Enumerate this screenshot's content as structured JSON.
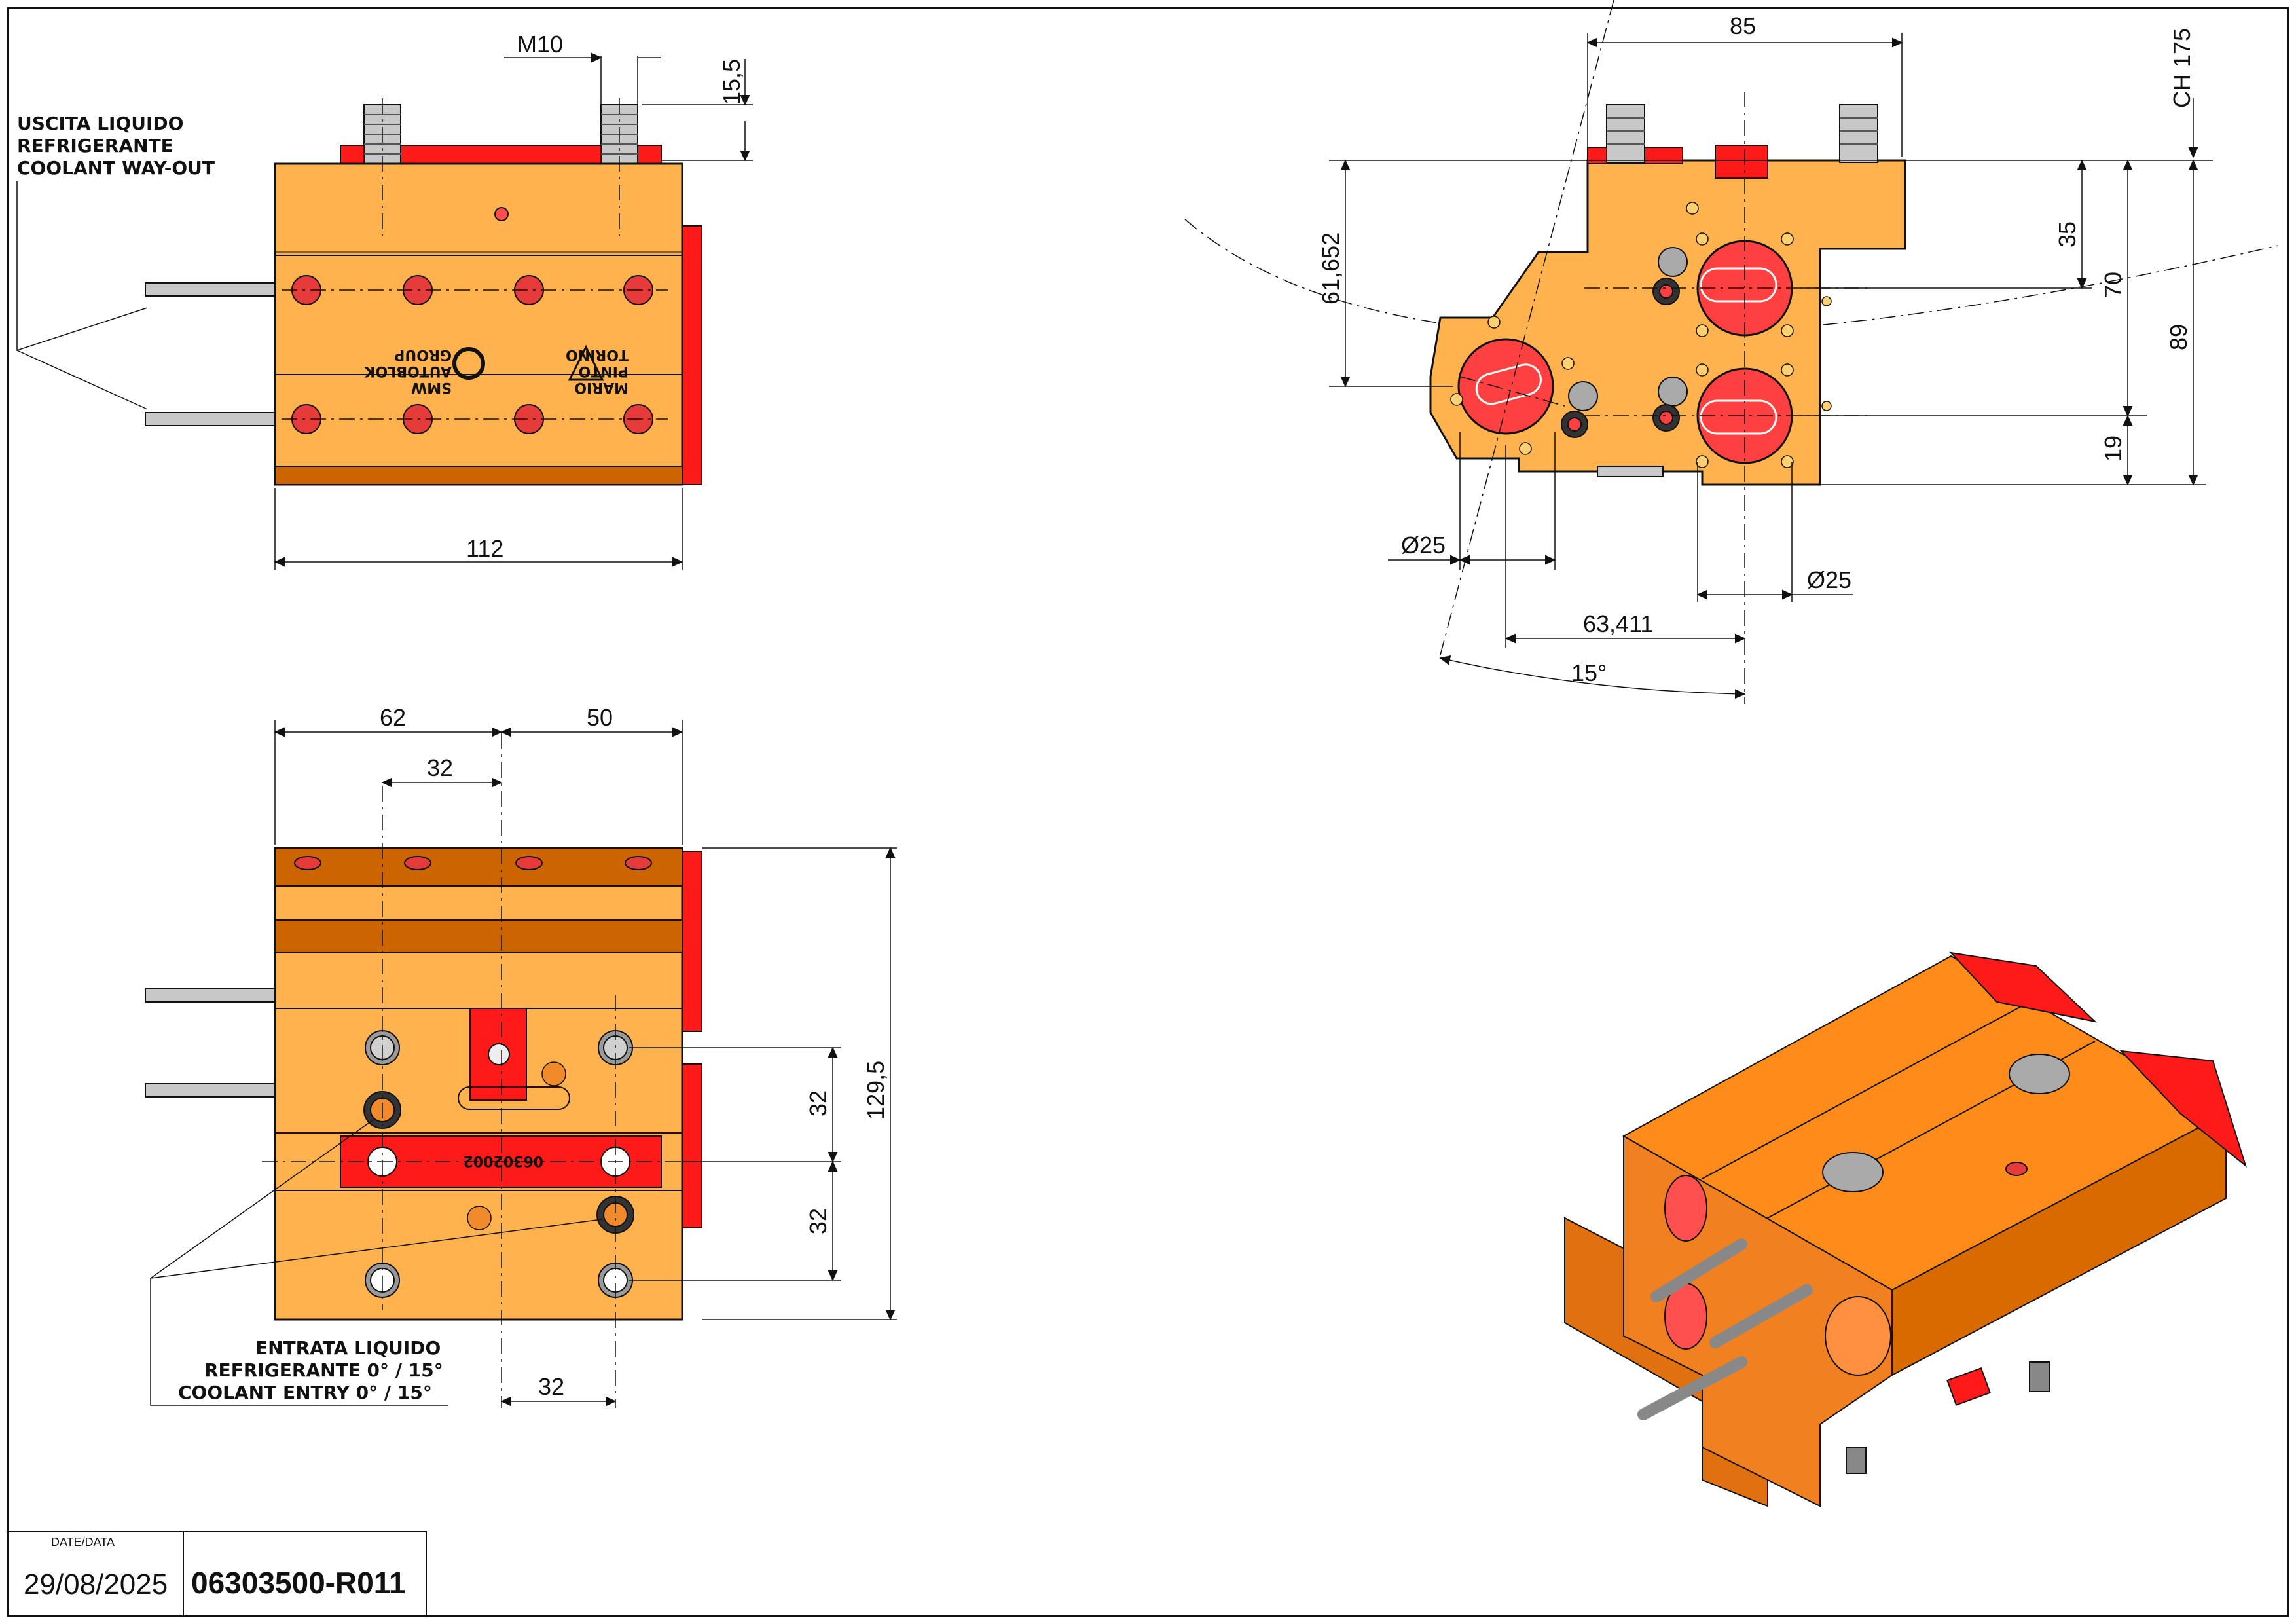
{
  "colors": {
    "body": "#ffb24d",
    "body_dark": "#cc6400",
    "accent_red": "#ff1a1a",
    "hole": "#e53b3b",
    "line": "#111111"
  },
  "top_view": {
    "dims": {
      "thread": "M10",
      "height": "15,5",
      "width": "112"
    },
    "note": [
      "USCITA LIQUIDO",
      "REFRIGERANTE",
      "COOLANT WAY-OUT"
    ],
    "logo_smw": [
      "SMW",
      "AUTOBLOK",
      "GROUP"
    ],
    "logo_mp": [
      "MARIO",
      "PINTO",
      "TORINO"
    ]
  },
  "side_view": {
    "dims": {
      "d62": "62",
      "d50": "50",
      "d32_top": "32",
      "d32_right_a": "32",
      "d32_right_b": "32",
      "d129": "129,5",
      "d32_bottom": "32"
    },
    "part_label": "06302002",
    "note": [
      "ENTRATA LIQUIDO",
      "REFRIGERANTE 0° / 15°",
      "COOLANT ENTRY 0° / 15°"
    ]
  },
  "front_view": {
    "dims": {
      "d85": "85",
      "ch": "CH 175",
      "d61": "61,652",
      "d35": "35",
      "d70": "70",
      "d89": "89",
      "d19": "19",
      "dia25_left": "Ø25",
      "dia25_right": "Ø25",
      "d63": "63,411",
      "angle": "15°"
    }
  },
  "title_block": {
    "date_label": "DATE/DATA",
    "date": "29/08/2025",
    "code": "06303500-R011"
  }
}
